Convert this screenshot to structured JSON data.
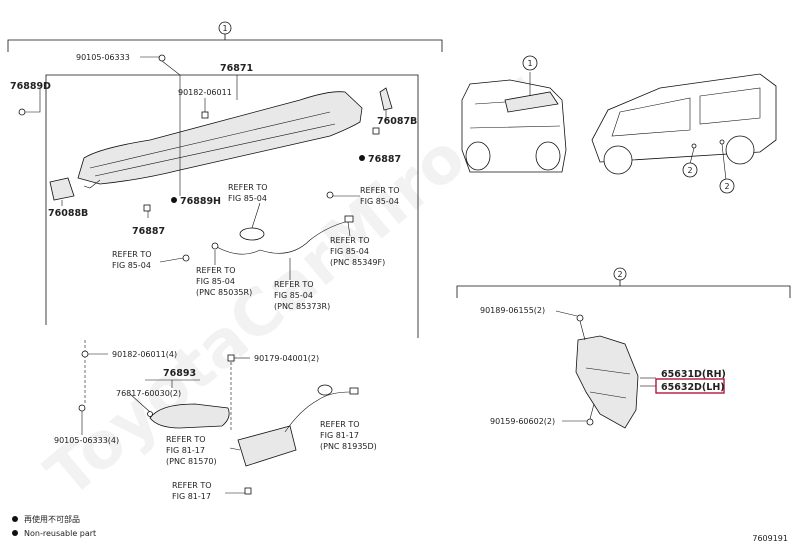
{
  "section_1": {
    "circle": "1",
    "parts": {
      "p90105_06333": "90105-06333",
      "p76871": "76871",
      "p90182_06011": "90182-06011",
      "p76889d": "76889D",
      "p76087b": "76087B",
      "p76887_a": "76887",
      "p76088b": "76088B",
      "p76889h": "76889H",
      "p76887_b": "76887"
    },
    "refs": {
      "r1a": "REFER TO",
      "r1b": "FIG 85-04",
      "r2a": "REFER TO",
      "r2b": "FIG 85-04",
      "r3a": "REFER TO",
      "r3b": "FIG 85-04",
      "r4a": "REFER TO",
      "r4b": "FIG 85-04",
      "r4c": "(PNC 85035R)",
      "r5a": "REFER TO",
      "r5b": "FIG 85-04",
      "r5c": "(PNC 85373R)",
      "r6a": "REFER TO",
      "r6b": "FIG 85-04",
      "r6c": "(PNC 85349F)"
    }
  },
  "lower_left": {
    "p90182_06011_4": "90182-06011(4)",
    "p90179_04001_2": "90179-04001(2)",
    "p76893": "76893",
    "p76817_60030_2": "76817-60030(2)",
    "p90105_06333_4": "90105-06333(4)",
    "refs": {
      "r7a": "REFER TO",
      "r7b": "FIG 81-17",
      "r7c": "(PNC 81570)",
      "r8a": "REFER TO",
      "r8b": "FIG 81-17",
      "r8c": "(PNC 81935D)",
      "r9a": "REFER TO",
      "r9b": "FIG 81-17"
    }
  },
  "vehicle_callouts": {
    "c1": "1",
    "c2a": "2",
    "c2b": "2"
  },
  "section_2": {
    "circle": "2",
    "p90189_06155_2": "90189-06155(2)",
    "p65631d": "65631D(RH)",
    "p65632d": "65632D(LH)",
    "p90159_60602_2": "90159-60602(2)"
  },
  "legend": {
    "non_reusable_jp": "再使用不可部品",
    "non_reusable_en": "Non-reusable part"
  },
  "figure_id": "7609191",
  "watermark": "ToyotaCarMiro.ru",
  "highlight_color": "#b0183a"
}
